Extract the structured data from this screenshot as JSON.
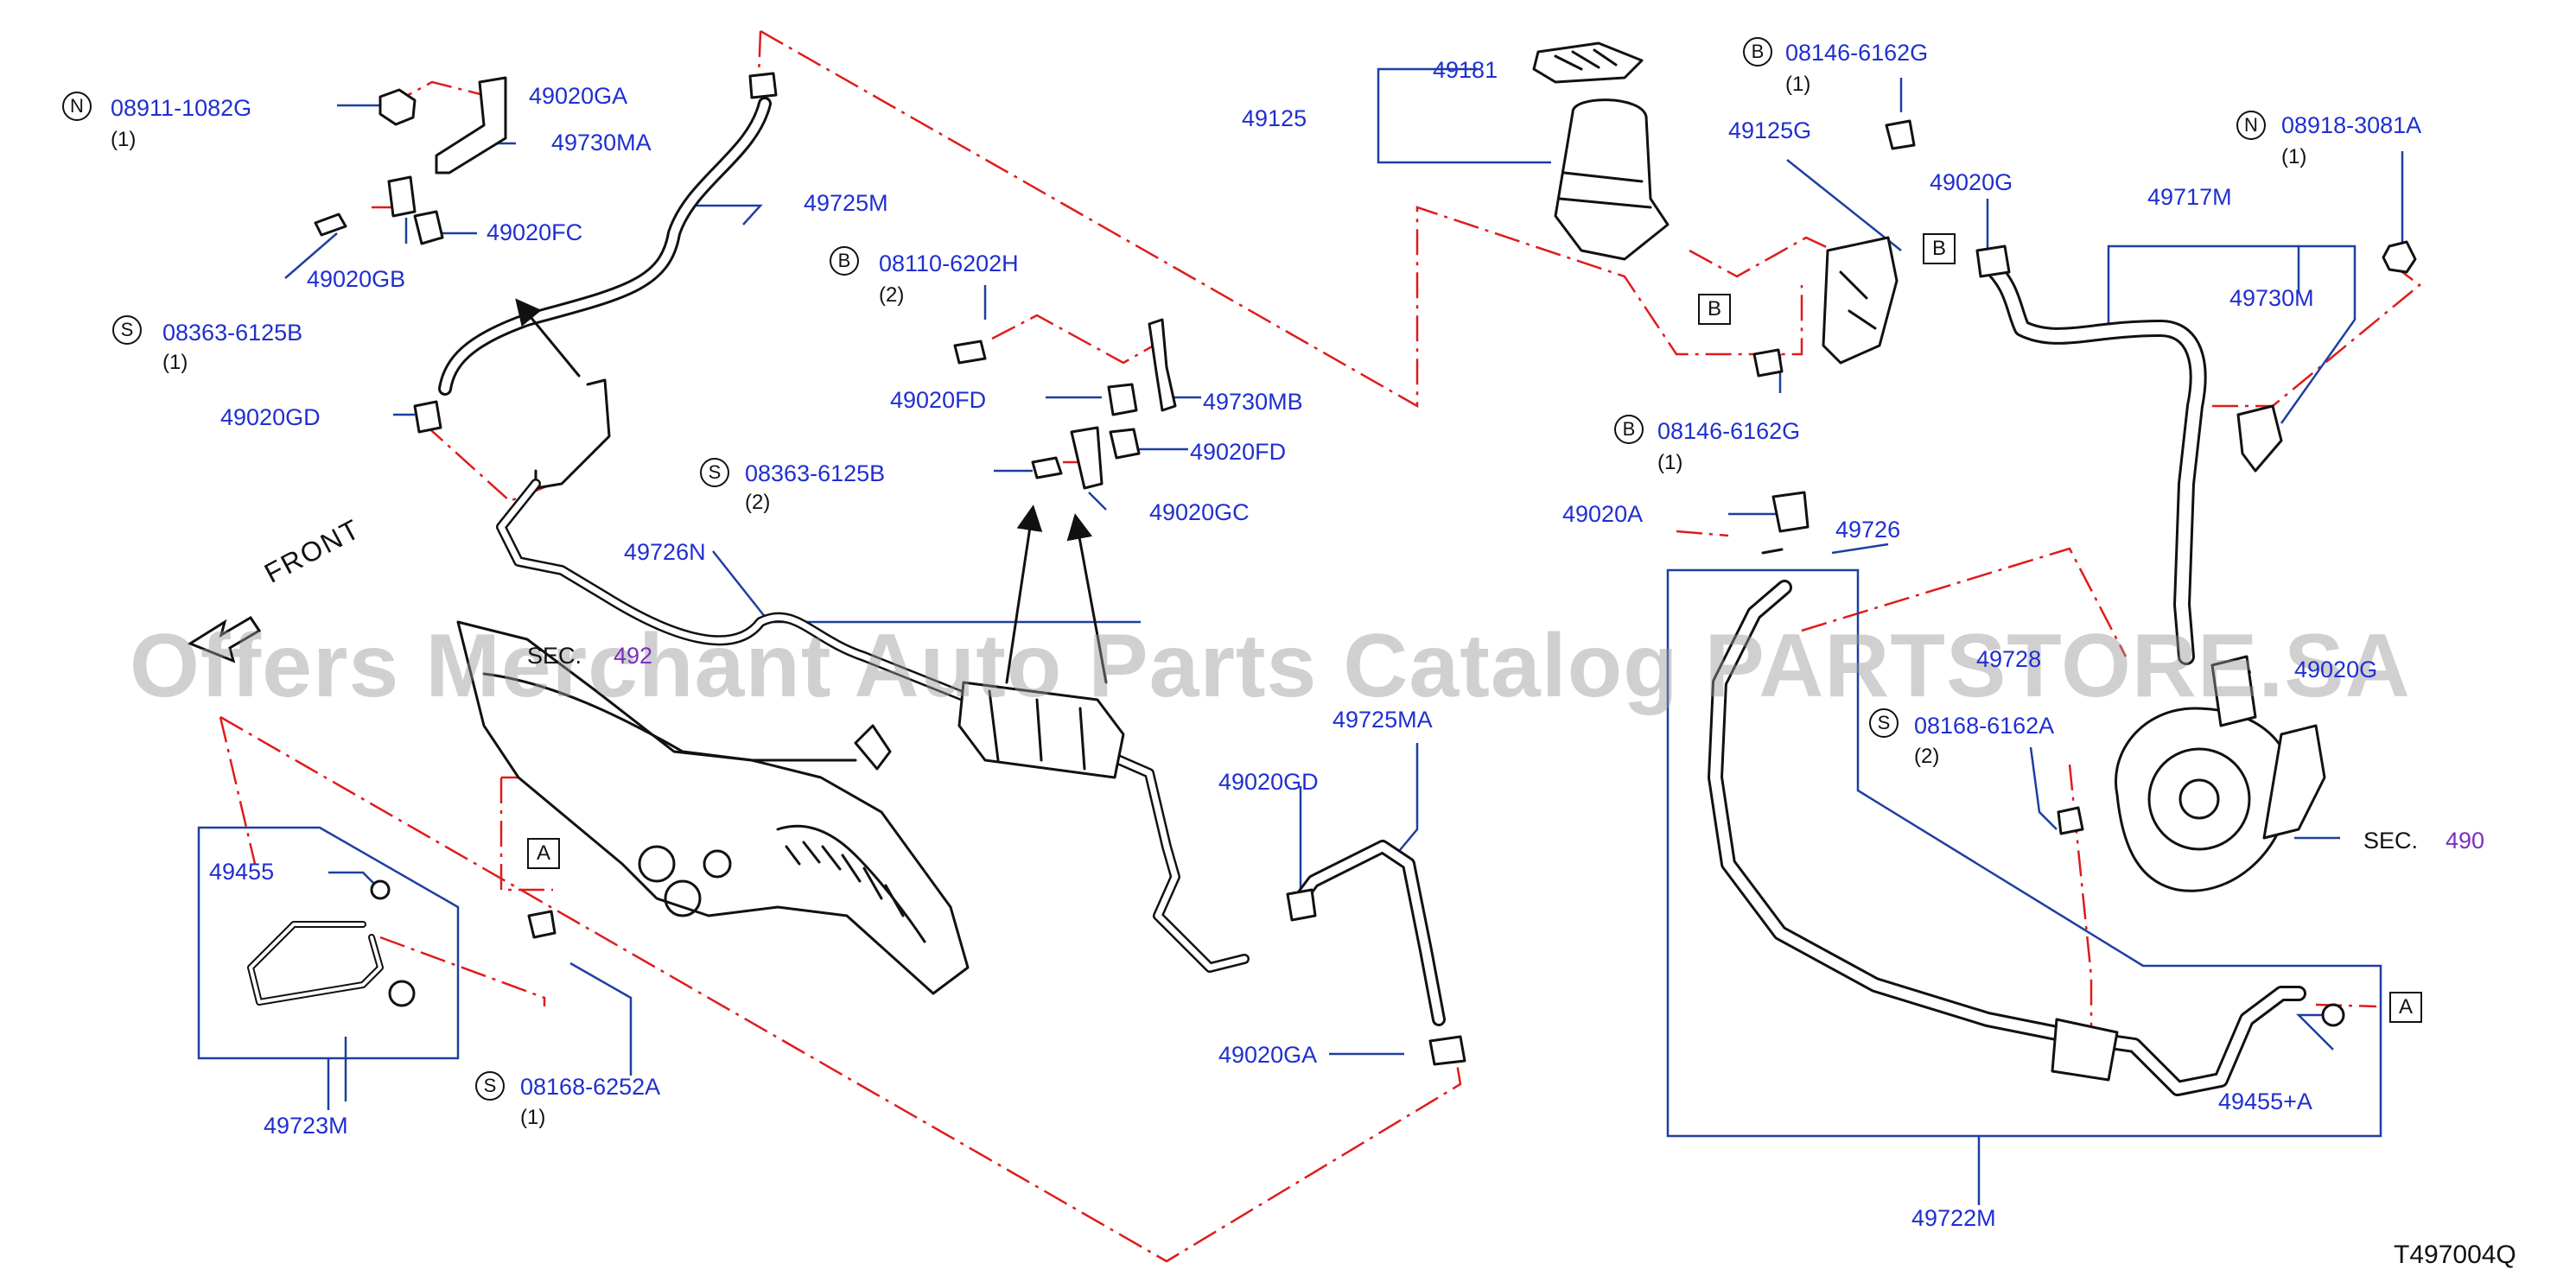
{
  "watermark": "Offers Merchant Auto Parts Catalog PARTSTORE.SA",
  "front_label": "FRONT",
  "diagram_code": "T497004Q",
  "callout_markers": {
    "A": "A",
    "B": "B"
  },
  "prefix_markers": {
    "N": "N",
    "S": "S",
    "B": "B"
  },
  "sec_label": "SEC.",
  "sec_ref_right": "490",
  "sec_ref_left": "492",
  "parts": {
    "p08911_1082G": "08911-1082G",
    "q08911_1082G": "(1)",
    "p49020GA_top": "49020GA",
    "p49730MA": "49730MA",
    "p49725M": "49725M",
    "p49020FC": "49020FC",
    "p49020GB": "49020GB",
    "p08363_6125B_a": "08363-6125B",
    "q08363_6125B_a": "(1)",
    "p49020GD_left": "49020GD",
    "p08110_6202H": "08110-6202H",
    "q08110_6202H": "(2)",
    "p49020FD_a": "49020FD",
    "p49730MB": "49730MB",
    "p49020FD_b": "49020FD",
    "p08363_6125B_b": "08363-6125B",
    "q08363_6125B_b": "(2)",
    "p49020GC": "49020GC",
    "p49726N": "49726N",
    "p49725MA": "49725MA",
    "p49020GD_mid": "49020GD",
    "p49020GA_bottom": "49020GA",
    "p49455": "49455",
    "p49723M": "49723M",
    "p08168_6252A": "08168-6252A",
    "q08168_6252A": "(1)",
    "p49181": "49181",
    "p49125": "49125",
    "p08146_6162G_a": "08146-6162G",
    "q08146_6162G_a": "(1)",
    "p49125G": "49125G",
    "p49020G_top": "49020G",
    "p08918_3081A": "08918-3081A",
    "q08918_3081A": "(1)",
    "p49717M": "49717M",
    "p49730M": "49730M",
    "p08146_6162G_b": "08146-6162G",
    "q08146_6162G_b": "(1)",
    "p49020A": "49020A",
    "p49726": "49726",
    "p49728": "49728",
    "p49020G_mid": "49020G",
    "p08168_6162A": "08168-6162A",
    "q08168_6162A": "(2)",
    "p49455_A": "49455+A",
    "p49722M": "49722M"
  },
  "colors": {
    "label_blue": "#1f2fd0",
    "leader_blue": "#1e3fa0",
    "chain_red": "#e01b1b",
    "part_black": "#111111",
    "sec_purple": "#7a2fbf"
  }
}
